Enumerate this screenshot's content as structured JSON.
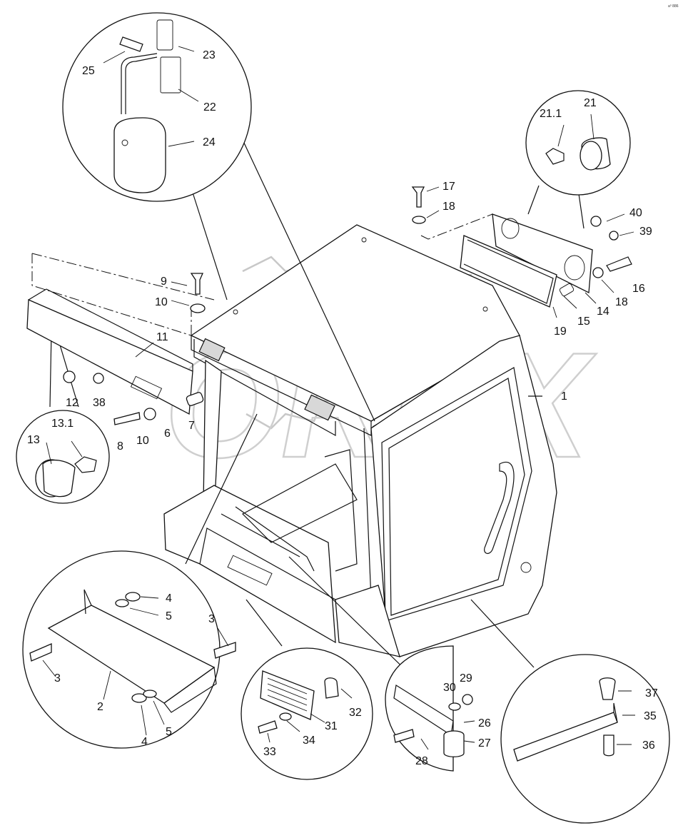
{
  "corner_mark": "a⁰ 886",
  "watermark_text": "OREX",
  "labels": [
    {
      "id": "l1",
      "text": "1"
    },
    {
      "id": "l2",
      "text": "2"
    },
    {
      "id": "l3a",
      "text": "3"
    },
    {
      "id": "l3b",
      "text": "3"
    },
    {
      "id": "l4a",
      "text": "4"
    },
    {
      "id": "l4b",
      "text": "4"
    },
    {
      "id": "l5a",
      "text": "5"
    },
    {
      "id": "l5b",
      "text": "5"
    },
    {
      "id": "l6",
      "text": "6"
    },
    {
      "id": "l7",
      "text": "7"
    },
    {
      "id": "l8",
      "text": "8"
    },
    {
      "id": "l9",
      "text": "9"
    },
    {
      "id": "l10a",
      "text": "10"
    },
    {
      "id": "l10b",
      "text": "10"
    },
    {
      "id": "l11",
      "text": "11"
    },
    {
      "id": "l12",
      "text": "12"
    },
    {
      "id": "l13",
      "text": "13"
    },
    {
      "id": "l131",
      "text": "13.1"
    },
    {
      "id": "l14",
      "text": "14"
    },
    {
      "id": "l15",
      "text": "15"
    },
    {
      "id": "l16",
      "text": "16"
    },
    {
      "id": "l17",
      "text": "17"
    },
    {
      "id": "l18a",
      "text": "18"
    },
    {
      "id": "l18b",
      "text": "18"
    },
    {
      "id": "l19",
      "text": "19"
    },
    {
      "id": "l21",
      "text": "21"
    },
    {
      "id": "l211",
      "text": "21.1"
    },
    {
      "id": "l22",
      "text": "22"
    },
    {
      "id": "l23",
      "text": "23"
    },
    {
      "id": "l24",
      "text": "24"
    },
    {
      "id": "l25",
      "text": "25"
    },
    {
      "id": "l26",
      "text": "26"
    },
    {
      "id": "l27",
      "text": "27"
    },
    {
      "id": "l28",
      "text": "28"
    },
    {
      "id": "l29",
      "text": "29"
    },
    {
      "id": "l30",
      "text": "30"
    },
    {
      "id": "l31",
      "text": "31"
    },
    {
      "id": "l32",
      "text": "32"
    },
    {
      "id": "l33",
      "text": "33"
    },
    {
      "id": "l34",
      "text": "34"
    },
    {
      "id": "l35",
      "text": "35"
    },
    {
      "id": "l36",
      "text": "36"
    },
    {
      "id": "l37",
      "text": "37"
    },
    {
      "id": "l38",
      "text": "38"
    },
    {
      "id": "l39",
      "text": "39"
    },
    {
      "id": "l40",
      "text": "40"
    }
  ]
}
